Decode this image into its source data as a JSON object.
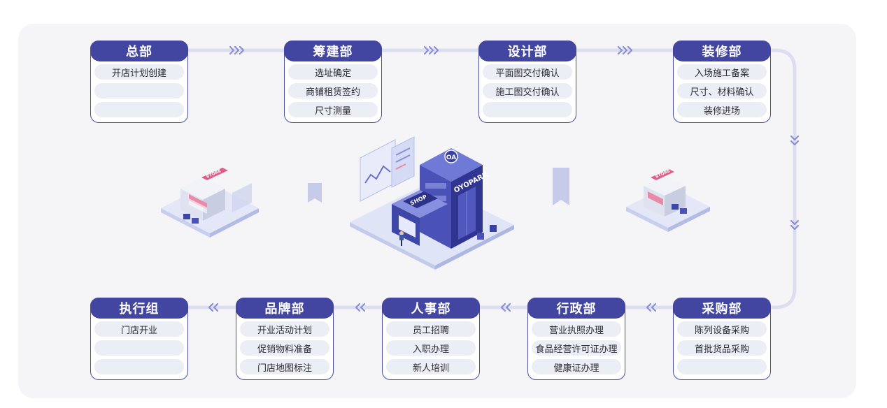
{
  "departments": [
    {
      "title": "总部",
      "items": [
        "开店计划创建",
        "",
        ""
      ]
    },
    {
      "title": "筹建部",
      "items": [
        "选址确定",
        "商铺租赁签约",
        "尺寸测量"
      ]
    },
    {
      "title": "设计部",
      "items": [
        "平面图交付确认",
        "施工图交付确认",
        ""
      ]
    },
    {
      "title": "装修部",
      "items": [
        "入场施工备案",
        "尺寸、材料确认",
        "装修进场"
      ]
    },
    {
      "title": "采购部",
      "items": [
        "陈列设备采购",
        "首批货品采购",
        ""
      ]
    },
    {
      "title": "行政部",
      "items": [
        "营业执照办理",
        "食品经营许可证办理",
        "健康证办理"
      ]
    },
    {
      "title": "人事部",
      "items": [
        "员工招聘",
        "入职办理",
        "新人培训"
      ]
    },
    {
      "title": "品牌部",
      "items": [
        "开业活动计划",
        "促销物料准备",
        "门店地图标注"
      ]
    },
    {
      "title": "执行组",
      "items": [
        "门店开业",
        "",
        ""
      ]
    }
  ],
  "illustration": {
    "building_sign": "OYOPARK",
    "building_badge": "OA",
    "shop_sign": "SHOP",
    "store_sign_left": "STORE",
    "store_sign_right": "STORE"
  },
  "colors": {
    "card_header": "#4346a0",
    "card_border": "#4b4e9c",
    "item_bg": "#eceef5",
    "flow_line": "#d9dbee",
    "chevron": "#8a8fd8"
  }
}
